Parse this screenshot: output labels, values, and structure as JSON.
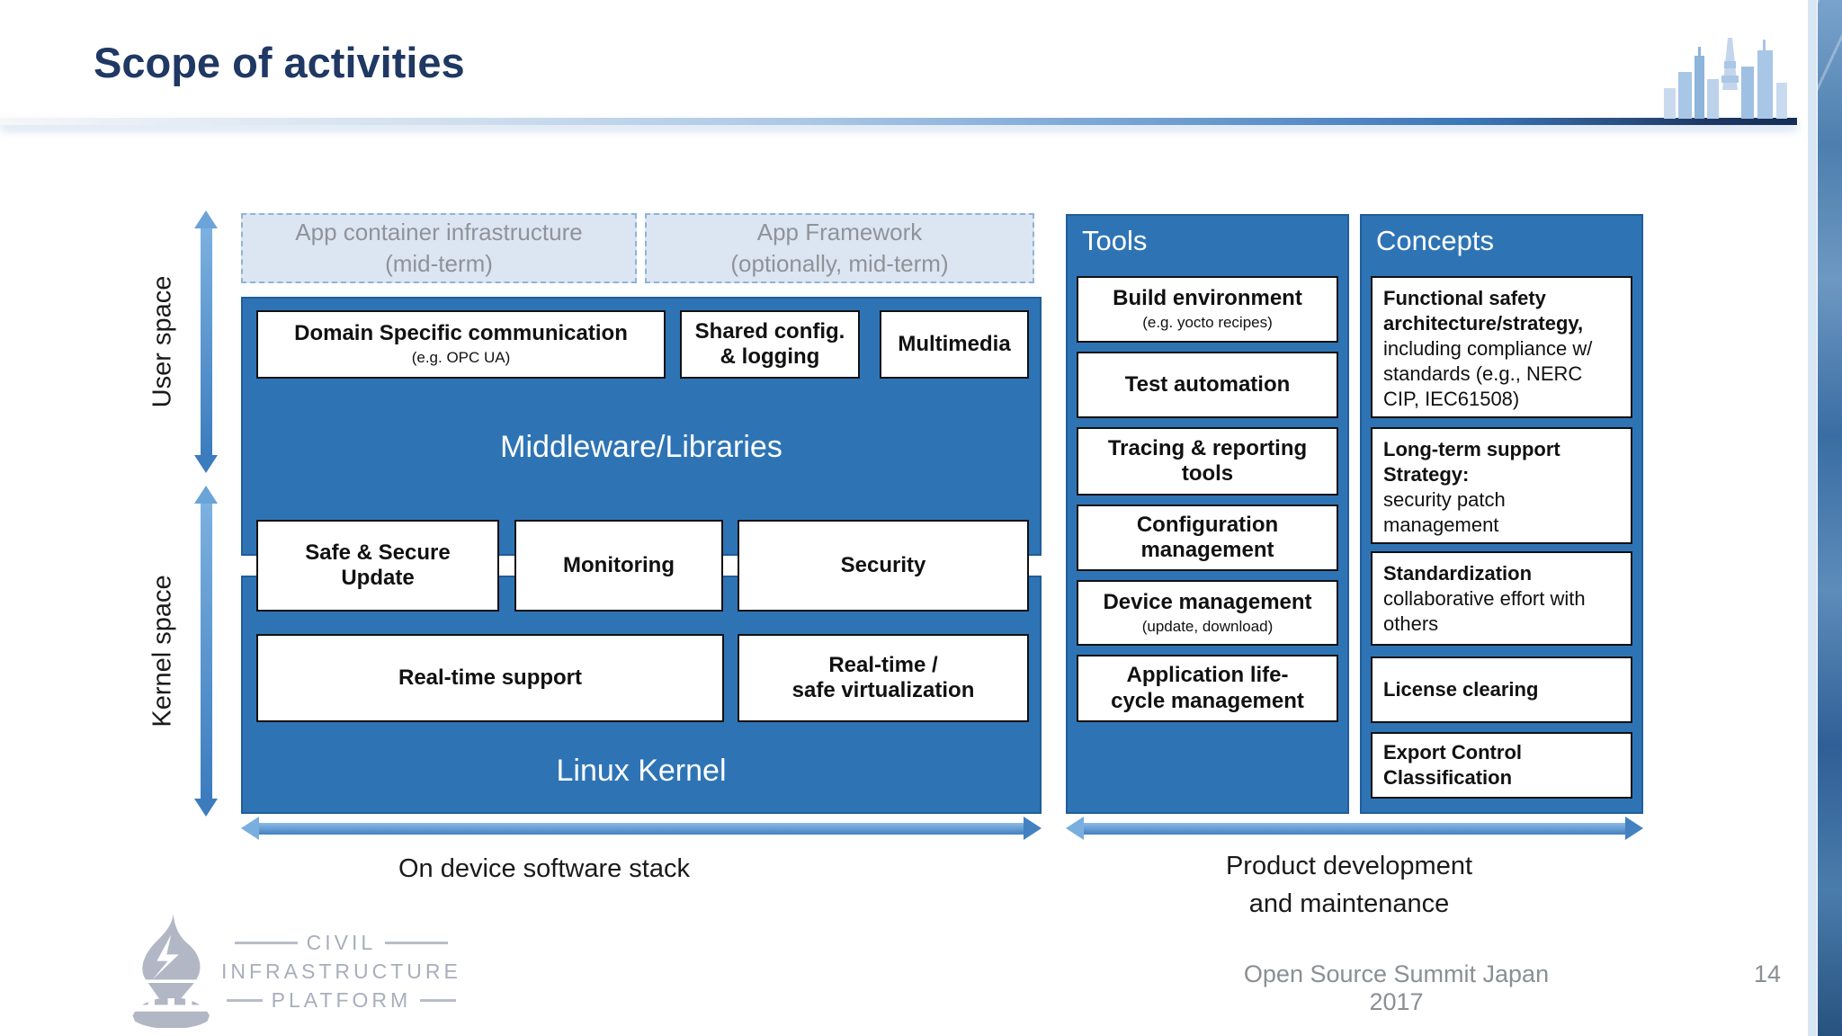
{
  "header": {
    "title": "Scope of activities"
  },
  "left_axis": {
    "user_space": "User space",
    "kernel_space": "Kernel space"
  },
  "optional_boxes": [
    {
      "label": "App container infrastructure (mid-term)"
    },
    {
      "label": "App Framework (optionally, mid-term)"
    }
  ],
  "middleware": {
    "label": "Middleware/Libraries",
    "top_boxes": [
      {
        "title": "Domain Specific communication",
        "sub": "(e.g. OPC UA)"
      },
      {
        "line1": "Shared config.",
        "line2": "& logging"
      },
      {
        "title": "Multimedia"
      }
    ],
    "straddle_boxes": [
      {
        "line1": "Safe & Secure",
        "line2": "Update"
      },
      {
        "title": "Monitoring"
      },
      {
        "title": "Security"
      }
    ]
  },
  "kernel": {
    "label": "Linux Kernel",
    "boxes": [
      {
        "title": "Real-time support"
      },
      {
        "line1": "Real-time /",
        "line2": "safe virtualization"
      }
    ]
  },
  "tools": {
    "label": "Tools",
    "boxes": [
      {
        "title": "Build environment",
        "sub": "(e.g. yocto recipes)"
      },
      {
        "title": "Test automation"
      },
      {
        "title": "Tracing & reporting tools"
      },
      {
        "title": "Configuration management"
      },
      {
        "title": "Device management",
        "sub": "(update, download)"
      },
      {
        "line1": "Application life-",
        "line2": "cycle management"
      }
    ]
  },
  "concepts": {
    "label": "Concepts",
    "boxes": [
      {
        "title": "Functional safety architecture/strategy,",
        "desc": "including compliance w/ standards  (e.g., NERC CIP, IEC61508)"
      },
      {
        "title": "Long-term support Strategy:",
        "desc": "security patch management"
      },
      {
        "title": "Standardization",
        "desc": "collaborative effort with others"
      },
      {
        "title": "License clearing"
      },
      {
        "title": "Export Control Classification"
      }
    ]
  },
  "bottom": {
    "device_label": "On device software stack",
    "product_line1": "Product development",
    "product_line2": "and maintenance"
  },
  "footer": {
    "logo": {
      "line1": "CIVIL",
      "line2": "INFRASTRUCTURE",
      "line3": "PLATFORM"
    },
    "event": "Open Source Summit Japan 2017",
    "page": "14"
  },
  "colors": {
    "primary_blue": "#2e74b5",
    "title_navy": "#1f3864",
    "optional_fill": "#dce6f2",
    "footer_gray": "#8a8f94",
    "logo_gray": "#a9aebc"
  }
}
